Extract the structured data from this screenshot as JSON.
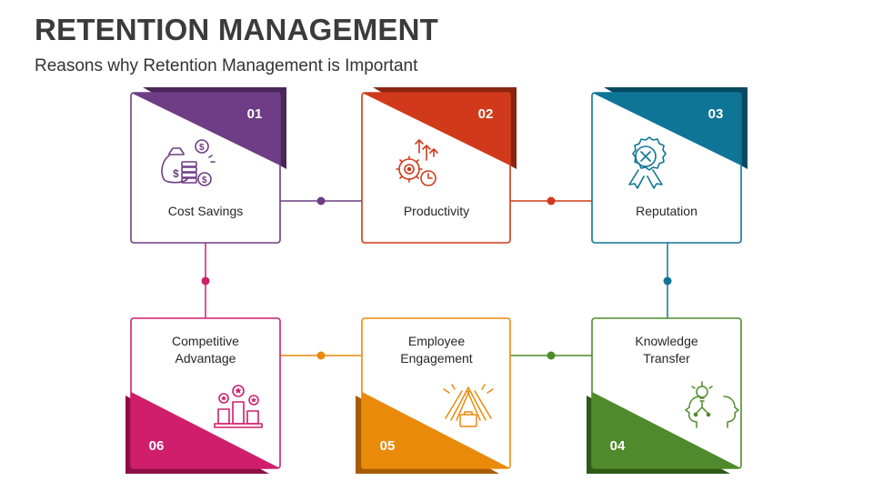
{
  "slide": {
    "title": "RETENTION MANAGEMENT",
    "subtitle": "Reasons why Retention Management is Important"
  },
  "cards": [
    {
      "number": "01",
      "label_lines": [
        "Cost Savings"
      ],
      "color": "#6e3d85",
      "icon": "money-bag-coins-icon"
    },
    {
      "number": "02",
      "label_lines": [
        "Productivity"
      ],
      "color": "#d03a1b",
      "icon": "gears-growth-arrows-icon"
    },
    {
      "number": "03",
      "label_lines": [
        "Reputation"
      ],
      "color": "#0e7597",
      "icon": "award-badge-icon"
    },
    {
      "number": "04",
      "label_lines": [
        "Knowledge",
        "Transfer"
      ],
      "color": "#4f8a2c",
      "icon": "knowledge-heads-bulb-icon"
    },
    {
      "number": "05",
      "label_lines": [
        "Employee",
        "Engagement"
      ],
      "color": "#ea8a0b",
      "icon": "team-hands-briefcase-icon"
    },
    {
      "number": "06",
      "label_lines": [
        "Competitive",
        "Advantage"
      ],
      "color": "#cf1f6c",
      "icon": "podium-stars-icon"
    }
  ]
}
